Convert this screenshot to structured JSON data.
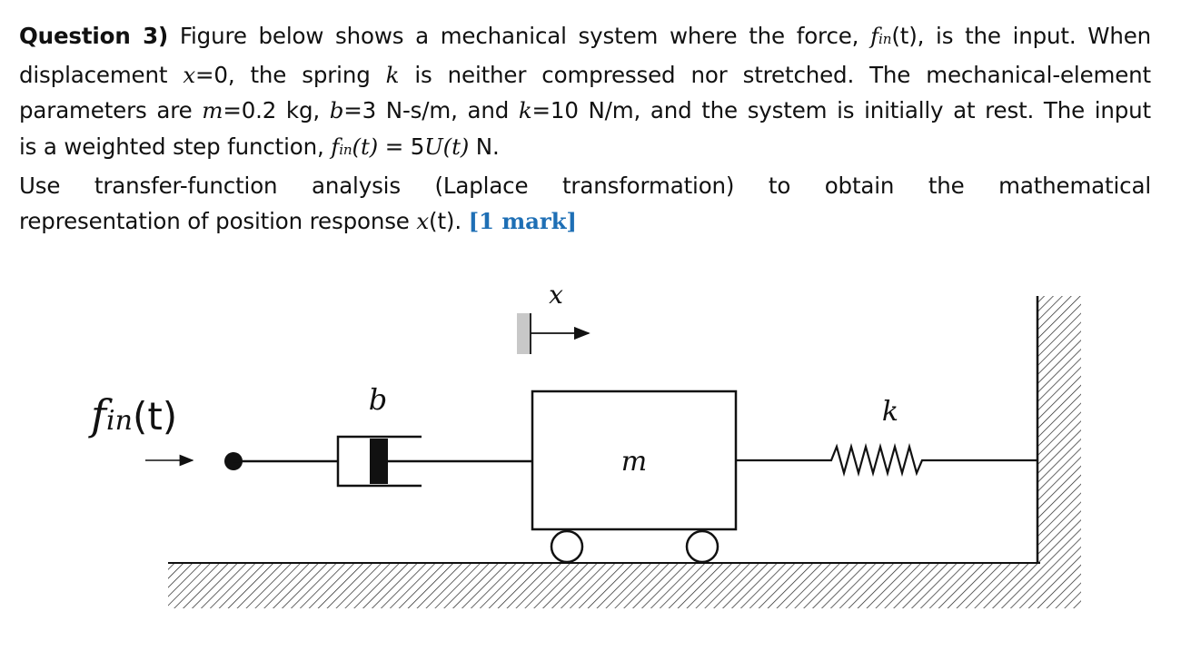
{
  "question": {
    "label": "Question 3)",
    "intro": " Figure below shows a mechanical system where the force, ",
    "force_symbol": "f",
    "force_sub": "in",
    "force_arg": "(t)",
    "after_force": ", is the input. When",
    "line2_a": "displacement ",
    "x_var": "x",
    "line2_b": "=0, the spring ",
    "k_var": "k",
    "line2_c": " is neither compressed nor stretched. The mechanical-element",
    "line3_a": "parameters are ",
    "m_var": "m",
    "m_value": "=0.2 kg, ",
    "b_var": "b",
    "b_value": "=3 N-s/m, and ",
    "k_var2": "k",
    "k_value": "=10 N/m, and the system is initially at rest. The input",
    "line4_a": "is a weighted step function, ",
    "step_f": "f",
    "step_sub": "in",
    "step_t": "(t)",
    "step_eq": " = 5",
    "step_U": "U",
    "step_Ut": "(t)",
    "step_unit": " N.",
    "line5": "Use transfer-function analysis (Laplace transformation) to obtain the mathematical",
    "line6_a": "representation of position response ",
    "x_var2": "x",
    "line6_b": "(t). ",
    "mark": "[1 mark]"
  },
  "figure": {
    "x_label": "x",
    "fin_symbol": "f",
    "fin_sub": "in",
    "fin_arg": "(t)",
    "b_label": "b",
    "m_label": "m",
    "k_label": "k"
  }
}
